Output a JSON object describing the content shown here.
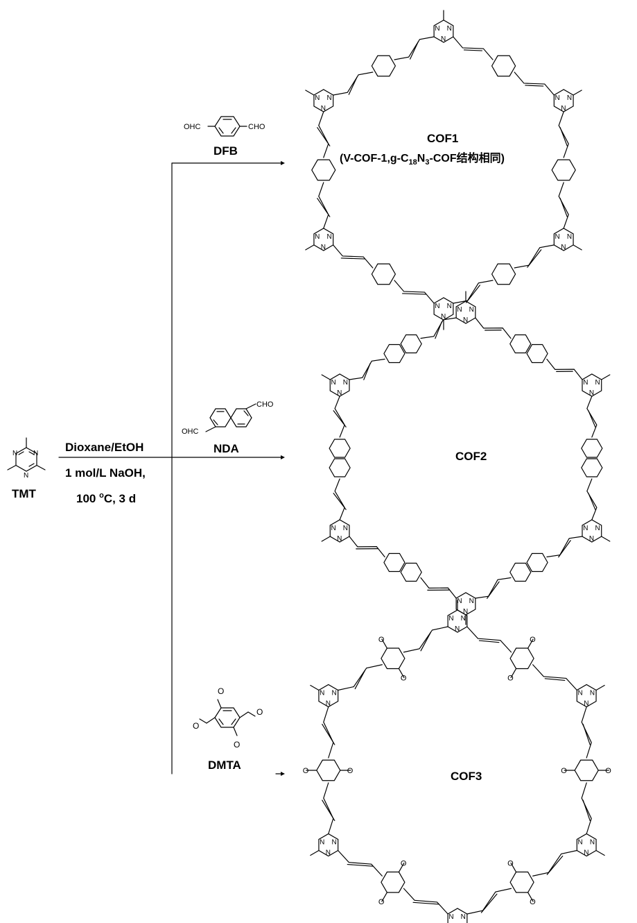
{
  "reactant": {
    "label": "TMT",
    "atoms": {
      "nitrogen": "N"
    }
  },
  "conditions": {
    "line1": "Dioxane/EtOH",
    "line2": "1 mol/L NaOH,",
    "line3_value": "100 ",
    "line3_degree": "o",
    "line3_unit": "C, 3 d"
  },
  "linkers": [
    {
      "label": "DFB",
      "group_left": "OHC",
      "group_right": "CHO"
    },
    {
      "label": "NDA",
      "group_left": "OHC",
      "group_right": "CHO"
    },
    {
      "label": "DMTA",
      "substituent": "O"
    }
  ],
  "products": [
    {
      "label": "COF1",
      "note_prefix": "(V-COF-1,g-C",
      "note_sub1": "18",
      "note_mid": "N",
      "note_sub2": "3",
      "note_suffix": "-COF结构相同)"
    },
    {
      "label": "COF2"
    },
    {
      "label": "COF3"
    }
  ],
  "colors": {
    "ink": "#000000",
    "background": "#ffffff"
  }
}
